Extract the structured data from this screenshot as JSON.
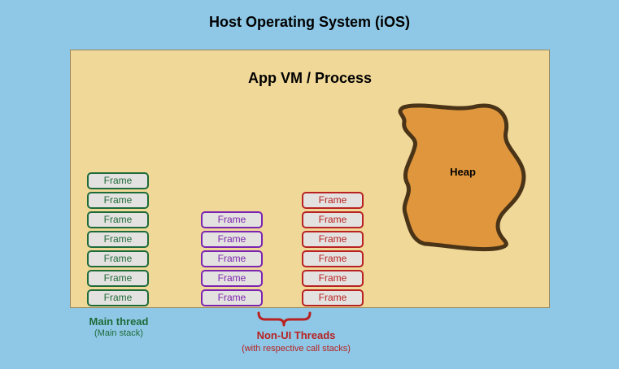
{
  "diagram": {
    "os_title": "Host Operating System (iOS)",
    "process_title": "App VM / Process",
    "heap_label": "Heap",
    "frame_label": "Frame",
    "main_thread": {
      "title": "Main thread",
      "subtitle": "(Main stack)",
      "frame_count": 7
    },
    "non_ui_threads": {
      "title": "Non-UI Threads",
      "subtitle": "(with respective call stacks)",
      "stacks": [
        {
          "color": "purple",
          "frame_count": 5
        },
        {
          "color": "red",
          "frame_count": 6
        }
      ]
    },
    "colors": {
      "os_background": "#8ec8e6",
      "process_background": "#f0d898",
      "heap_fill": "#e0963c",
      "heap_stroke": "#4a3418",
      "main_thread": "#1e6b3a",
      "purple_thread": "#7b24b0",
      "red_thread": "#b82222",
      "frame_fill": "#e4e2e0"
    }
  }
}
